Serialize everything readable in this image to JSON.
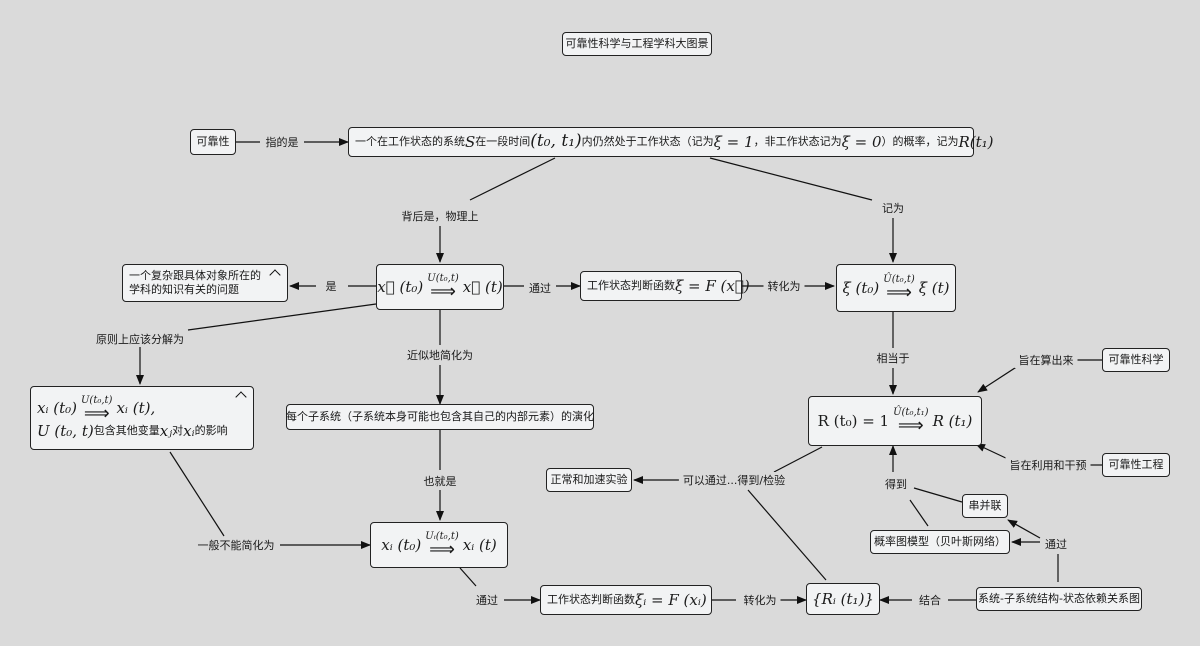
{
  "title": "可靠性科学与工程学科大图景",
  "nodes": {
    "reliability": "可靠性",
    "definition": {
      "t1": "一个在工作状态的系统",
      "S": "S",
      "t2": "在一段时间",
      "interval": "(t₀, t₁)",
      "t3": "内仍然处于工作状态（记为",
      "xi1": "ξ = 1",
      "t4": "，非工作状态记为",
      "xi0": "ξ = 0",
      "t5": "）的概率，记为",
      "R": "R(t₁)"
    },
    "complex_problem": "一个复杂跟具体对象所在的学科的知识有关的问题",
    "state_evolution": {
      "left": "x⃗ (t₀)",
      "op": "U(t₀,t)",
      "right": "x⃗ (t)"
    },
    "work_fn": {
      "text": "工作状态判断函数",
      "formula": "ξ = F (x⃗)"
    },
    "xi_evolution": {
      "left": "ξ (t₀)",
      "op": "Û(t₀,t)",
      "right": "ξ (t)"
    },
    "decompose": {
      "left": "xᵢ (t₀)",
      "op": "U(t₀,t)",
      "right": "xᵢ (t),",
      "line2a": "U (t₀, t)",
      "line2b": "包含其他变量",
      "xj": "xⱼ",
      "line2c": "对",
      "xi": "xᵢ",
      "line2d": "的影响"
    },
    "subsystem": "每个子系统（子系统本身可能也包含其自己的内部元素）的演化",
    "R_evolution": {
      "left": "R (t₀) = 1",
      "op": "Û(t₀,t₁)",
      "right": "R (t₁)"
    },
    "sci": "可靠性科学",
    "eng": "可靠性工程",
    "experiment": "正常和加速实验",
    "series_parallel": "串并联",
    "prob_model": "概率图模型（贝叶斯网络）",
    "xi_sub_evolution": {
      "left": "xᵢ (t₀)",
      "op": "Uᵢ(t₀,t)",
      "right": "xᵢ (t)"
    },
    "work_fn_i": {
      "text": "工作状态判断函数",
      "formula": "ξᵢ = F (xᵢ)"
    },
    "Ri_set": "{Rᵢ (t₁)}",
    "structure_graph": "系统-子系统结构-状态依赖关系图"
  },
  "edge_labels": {
    "means": "指的是",
    "behind": "背后是，物理上",
    "denote": "记为",
    "is": "是",
    "via1": "通过",
    "to1": "转化为",
    "decompose": "原则上应该分解为",
    "approx": "近似地简化为",
    "equiv": "相当于",
    "aim_calc": "旨在算出来",
    "aim_use": "旨在利用和干预",
    "can_get": "可以通过...得到/检验",
    "get": "得到",
    "via_gr": "通过",
    "that_is": "也就是",
    "cant": "一般不能简化为",
    "via2": "通过",
    "to2": "转化为",
    "combine": "结合"
  }
}
